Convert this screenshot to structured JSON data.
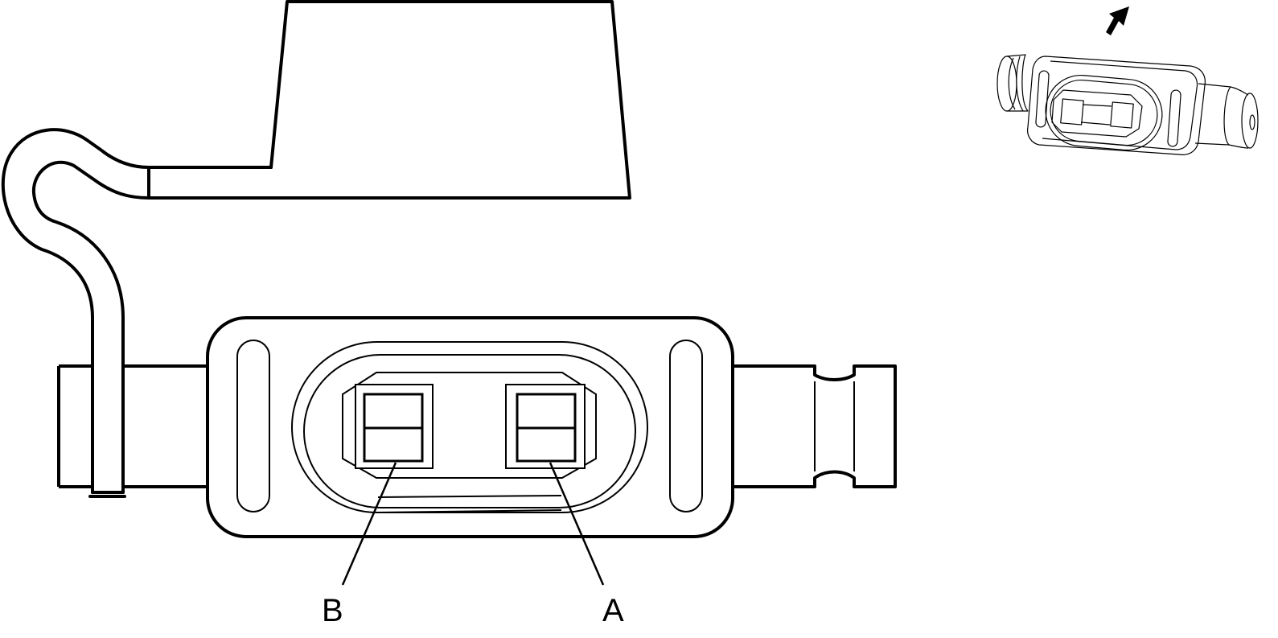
{
  "callouts": [
    {
      "id": "A",
      "label": "A"
    },
    {
      "id": "B",
      "label": "B"
    }
  ],
  "colors": {
    "stroke": "#000000",
    "background": "#ffffff"
  },
  "icons": {
    "view_direction": "arrow-icon",
    "thumbnail": "connector-locator-thumbnail"
  }
}
